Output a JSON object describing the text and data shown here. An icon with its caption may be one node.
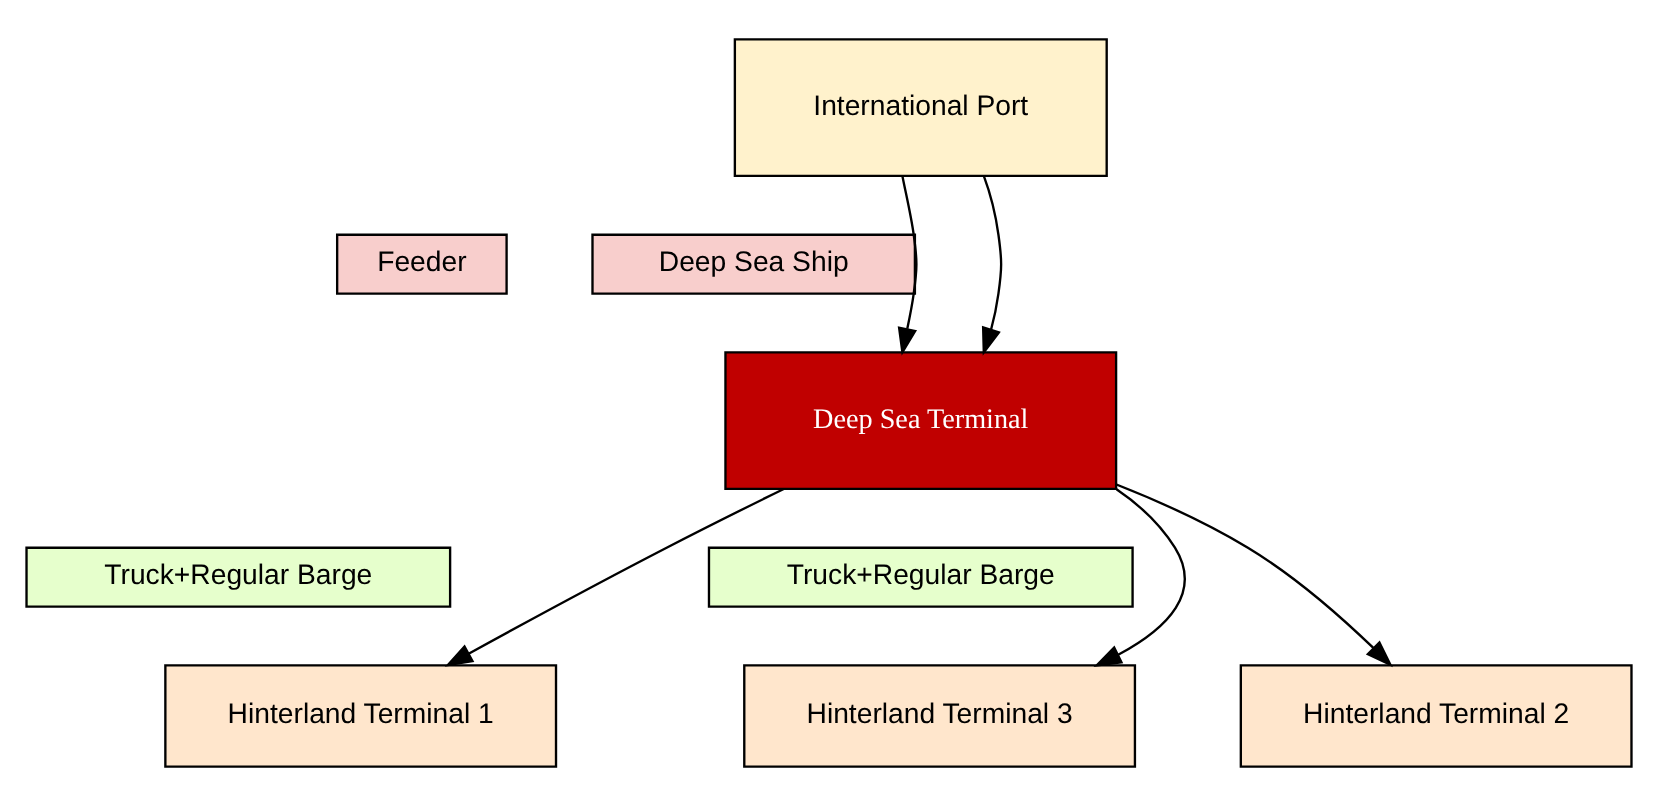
{
  "diagram": {
    "nodes": [
      {
        "text": [
          "International Port"
        ]
      },
      {
        "text": [
          "Feeder"
        ]
      },
      {
        "text": [
          "Deep Sea Ship"
        ]
      },
      {
        "text": [
          "Deep Sea Terminal"
        ]
      },
      {
        "text": [
          "Truck+Regular Barge"
        ]
      },
      {
        "text": [
          "Truck+Regular Barge"
        ]
      },
      {
        "text": [
          "Hinterland Terminal 1"
        ]
      },
      {
        "text": [
          "Hinterland Terminal 2"
        ]
      },
      {
        "text": [
          "Hinterland Terminal 3"
        ]
      }
    ],
    "edges": [
      {
        "from": 0,
        "to": 3,
        "arrow": "to"
      },
      {
        "from": 0,
        "to": 3,
        "arrow": "to"
      },
      {
        "from": 3,
        "to": 6,
        "arrow": "to"
      },
      {
        "from": 3,
        "to": 7,
        "arrow": "to"
      },
      {
        "from": 3,
        "to": 8,
        "arrow": "to"
      }
    ]
  }
}
